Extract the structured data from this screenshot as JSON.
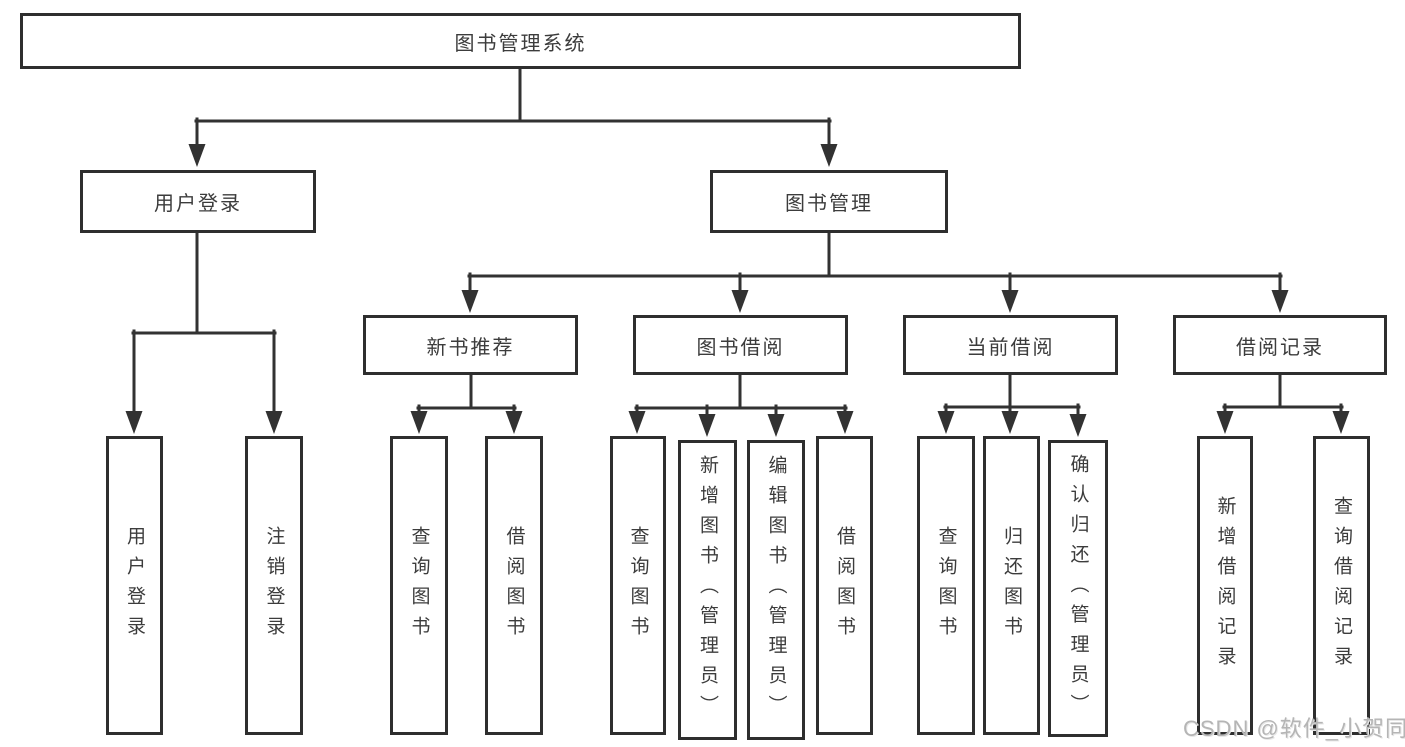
{
  "diagram": {
    "root": {
      "label": "图书管理系统"
    },
    "branches": [
      {
        "label": "用户登录",
        "children": [
          {
            "label": "用户登录"
          },
          {
            "label": "注销登录"
          }
        ]
      },
      {
        "label": "图书管理",
        "children": [
          {
            "label": "新书推荐",
            "children": [
              {
                "label": "查询图书"
              },
              {
                "label": "借阅图书"
              }
            ]
          },
          {
            "label": "图书借阅",
            "children": [
              {
                "label": "查询图书"
              },
              {
                "label": "新增图书（管理员）"
              },
              {
                "label": "编辑图书（管理员）"
              },
              {
                "label": "借阅图书"
              }
            ]
          },
          {
            "label": "当前借阅",
            "children": [
              {
                "label": "查询图书"
              },
              {
                "label": "归还图书"
              },
              {
                "label": "确认归还（管理员）"
              }
            ]
          },
          {
            "label": "借阅记录",
            "children": [
              {
                "label": "新增借阅记录"
              },
              {
                "label": "查询借阅记录"
              }
            ]
          }
        ]
      }
    ]
  },
  "watermark": {
    "text": "CSDN @软件_小贺同学"
  },
  "colors": {
    "line": "#323232",
    "border": "#2e2e2e",
    "text": "#3c3c3c",
    "background": "#ffffff",
    "watermark": "#b5b5b5"
  }
}
